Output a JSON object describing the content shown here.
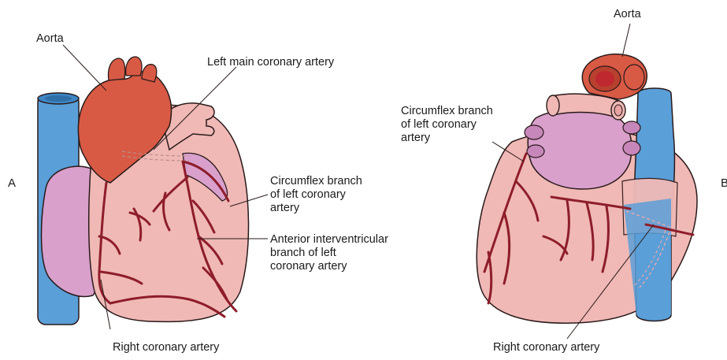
{
  "figure_a": {
    "panel_letter": "A",
    "labels": {
      "aorta": "Aorta",
      "left_main": "Left main coronary artery",
      "circumflex": "Circumflex branch\nof left coronary\nartery",
      "anterior_interventricular": "Anterior interventricular\nbranch of left\ncoronary artery",
      "right_coronary": "Right coronary artery"
    }
  },
  "figure_b": {
    "panel_letter": "B",
    "labels": {
      "aorta": "Aorta",
      "circumflex": "Circumflex branch\nof left coronary\nartery",
      "right_coronary": "Right coronary artery"
    }
  },
  "colors": {
    "heart_fill": "#f0b9b6",
    "heart_outline": "#2a1a1a",
    "artery": "#8e1d2a",
    "aorta": "#d85a45",
    "aorta_dark": "#b8402f",
    "vena_cava": "#5a9fd8",
    "vena_cava_dark": "#2f6fa8",
    "atrium": "#d9a0cc",
    "atrium_dark": "#b97ab0"
  }
}
